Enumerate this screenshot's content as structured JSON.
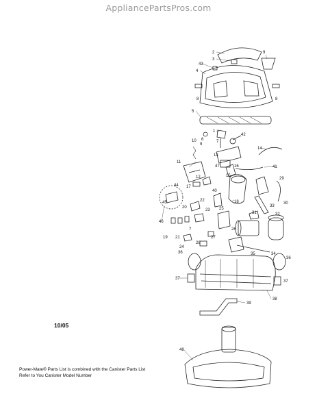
{
  "header": {
    "watermark": "AppliancePartsPros.com"
  },
  "diagram": {
    "date_code": "10/05",
    "note_line1": "Power-Mate® Parts List is combined with the Canister Parts List",
    "note_line2": "Refer to You Canister Model Number",
    "part_numbers": [
      "1",
      "2",
      "3",
      "4",
      "5",
      "6",
      "7",
      "8",
      "9",
      "10",
      "11",
      "12",
      "13",
      "14",
      "15",
      "16",
      "17",
      "18",
      "19",
      "20",
      "21",
      "22",
      "23",
      "24",
      "25",
      "26",
      "27",
      "28",
      "29",
      "30",
      "31",
      "32",
      "33",
      "34",
      "35",
      "36",
      "37",
      "38",
      "39",
      "40",
      "41",
      "42",
      "43",
      "44",
      "45",
      "46",
      "47",
      "48"
    ]
  },
  "colors": {
    "line": "#222222",
    "watermark": "#9a9a9a",
    "background": "#ffffff"
  }
}
